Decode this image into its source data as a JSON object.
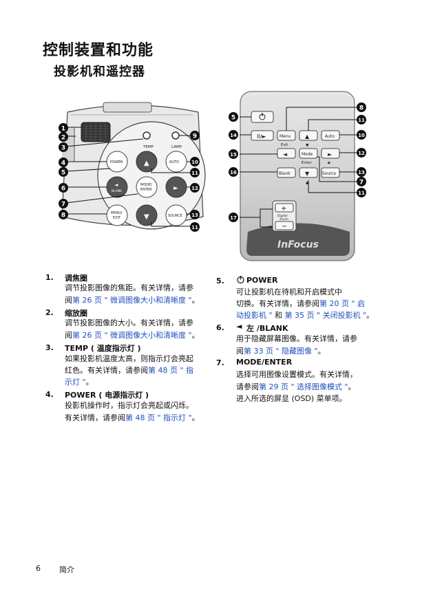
{
  "header": {
    "title": "控制装置和功能",
    "subtitle": "投影机和遥控器"
  },
  "projector": {
    "labels": {
      "temp": "TEMP",
      "lamp": "LAMP",
      "power": "POWER",
      "auto": "AUTO",
      "blank": "BLANK",
      "mode": "MODE/",
      "enter": "ENTER",
      "menu": "MENU/",
      "exit": "EXIT",
      "source": "SOURCE"
    },
    "callouts": [
      "1",
      "2",
      "3",
      "4",
      "5",
      "6",
      "7",
      "8",
      "9",
      "10",
      "11",
      "12",
      "13",
      "11"
    ]
  },
  "remote": {
    "labels": {
      "menu": "Menu",
      "exit": "Exit",
      "auto": "Auto",
      "mode": "Mode",
      "enter": "Enter",
      "blank": "Blank",
      "source": "Source",
      "digital": "Digital",
      "zoom": "Zoom",
      "brand": "InFocus"
    },
    "callouts": [
      "5",
      "8",
      "14",
      "11",
      "10",
      "15",
      "12",
      "16",
      "13",
      "7",
      "11",
      "17"
    ]
  },
  "items": {
    "i1": {
      "num": "1.",
      "head": "调焦圈",
      "l1": "调节投影图像的焦距。有关详情，请参",
      "l2a": "阅",
      "l2b": "第 26 页 \" 微调图像大小和清晰度 \"",
      "l2c": "。"
    },
    "i2": {
      "num": "2.",
      "head": "缩放圈",
      "l1": "调节投影图像的大小。有关详情，请参",
      "l2a": "阅",
      "l2b": "第 26 页 \" 微调图像大小和清晰度 \"",
      "l2c": "。"
    },
    "i3": {
      "num": "3.",
      "head": "TEMP ( 温度指示灯 )",
      "l1": "如果投影机温度太高，则指示灯会亮起",
      "l2a": "红色。有关详情，请参阅",
      "l2b": "第 48 页 \" 指",
      "l3a": "示灯 \"",
      "l3b": "。"
    },
    "i4": {
      "num": "4.",
      "head": "POWER ( 电源指示灯 )",
      "l1": "投影机操作时，指示灯会亮起或闪烁。",
      "l2a": "有关详情，请参阅",
      "l2b": "第 48 页 \" 指示灯 \"",
      "l2c": "。"
    },
    "i5": {
      "num": "5.",
      "head": "POWER",
      "l1": "可让投影机在待机和开启模式中",
      "l2a": "切换。有关详情，请参阅",
      "l2b": "第 20 页 \" 启",
      "l3a": "动投影机 \"",
      "l3b": " 和 ",
      "l3c": "第 35 页 \" 关闭投影机 \"",
      "l3d": "。"
    },
    "i6": {
      "num": "6.",
      "arrow": "◄",
      "head": "左 /BLANK",
      "l1": "用于隐藏屏幕图像。有关详情，请参",
      "l2a": "阅",
      "l2b": "第 33 页 \" 隐藏图像 \"",
      "l2c": "。"
    },
    "i7": {
      "num": "7.",
      "head": "MODE/ENTER",
      "l1": "选择可用图像设置模式。有关详情，",
      "l2a": "请参阅",
      "l2b": "第 29 页 \" 选择图像模式 \"",
      "l2c": "。",
      "l3": "进入所选的屏显 (OSD) 菜单项。"
    }
  },
  "footer": {
    "page": "6",
    "section": "简介"
  }
}
